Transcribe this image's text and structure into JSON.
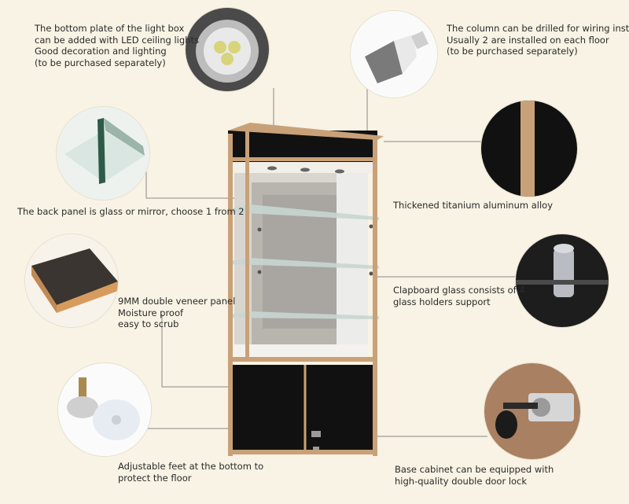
{
  "callouts": {
    "led": [
      "The bottom plate of the light box",
      "can be added with LED ceiling lights",
      "Good decoration and lighting",
      "(to be purchased separately)"
    ],
    "spotlight": [
      "The column can be drilled for wiring installat",
      "Usually 2 are installed on each floor",
      "(to be purchased separately)"
    ],
    "back_panel": [
      "The back panel is glass or mirror, choose 1 from 2"
    ],
    "aluminum": [
      "Thickened titanium aluminum alloy"
    ],
    "veneer": [
      "9MM double veneer panel",
      "Moisture proof",
      "easy to scrub"
    ],
    "glass_holder": [
      "Clapboard glass consists of 4",
      "glass holders support"
    ],
    "feet": [
      "Adjustable feet at the bottom to",
      "protect the floor"
    ],
    "lock": [
      "Base cabinet can be equipped with",
      "high-quality double door lock"
    ]
  },
  "colors": {
    "background": "#f8f3e4",
    "frame": "#c9a178",
    "leader_line": "#8a8a8a",
    "panel": "#111111"
  },
  "icons": [
    "led-downlight-icon",
    "spotlight-bulb-icon",
    "glass-panel-icon",
    "aluminum-profile-icon",
    "veneer-board-icon",
    "glass-holder-icon",
    "adjustable-foot-icon",
    "door-lock-icon"
  ]
}
